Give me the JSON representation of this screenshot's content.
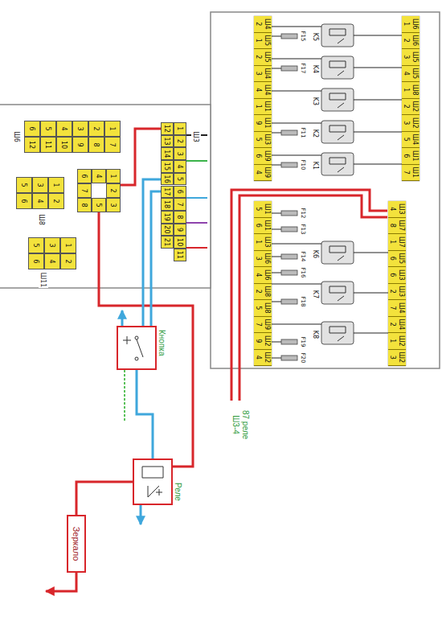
{
  "diagram": {
    "nodes": [
      {
        "text": [
          "Кнопка"
        ]
      },
      {
        "text": [
          "Реле"
        ]
      },
      {
        "text": [
          "Зеркало"
        ]
      }
    ],
    "edges": [
      {
        "from": 0,
        "to": 1,
        "arrow": "none"
      },
      {
        "from": 1,
        "to": 2,
        "arrow": "none"
      }
    ],
    "labels": [
      "87 реле Ш3-4",
      "Ш3",
      "Ш6",
      "Ш8",
      "Ш11",
      "1",
      "2",
      "3",
      "4",
      "5",
      "6",
      "7",
      "8",
      "9",
      "10",
      "11",
      "12",
      "1",
      "2",
      "3",
      "4",
      "5",
      "6",
      "7",
      "8",
      "9",
      "10",
      "11",
      "12",
      "13",
      "14",
      "15",
      "16",
      "17",
      "18",
      "19",
      "20",
      "21",
      "1",
      "2",
      "3",
      "4",
      "5",
      "6",
      "7",
      "8",
      "1",
      "2",
      "3",
      "4",
      "5",
      "6",
      "1",
      "2",
      "3",
      "4",
      "5",
      "6",
      "K1",
      "K2",
      "K3",
      "K4",
      "K5",
      "K6",
      "K7",
      "K8",
      "F10",
      "F11",
      "F12",
      "F13",
      "F14",
      "F15",
      "F16",
      "F17",
      "F18",
      "F19",
      "F20",
      "Ш6",
      "1",
      "Ш6",
      "2",
      "Ш5",
      "3",
      "Ш5",
      "4",
      "Ш8",
      "1",
      "Ш2",
      "2",
      "Ш2",
      "3",
      "Ш4",
      "5",
      "Ш1",
      "6",
      "Ш1",
      "7",
      "Ш4",
      "2",
      "Ш5",
      "1",
      "Ш5",
      "2",
      "Ш4",
      "3",
      "Ш4",
      "4",
      "Ш1",
      "1",
      "Ш1",
      "9",
      "Ш3",
      "5",
      "Ш9",
      "6",
      "Ш9",
      "4",
      "Ш3",
      "4",
      "Ш7",
      "8",
      "Ш7",
      "1",
      "Ш5",
      "6",
      "Ш3",
      "6",
      "Ш3",
      "2",
      "Ш4",
      "7",
      "Ш4",
      "2",
      "Ш2",
      "1",
      "Ш2",
      "3",
      "Ш1",
      "5",
      "Ш1",
      "6",
      "Ш3",
      "1",
      "Ш6",
      "3",
      "Ш6",
      "4",
      "Ш8",
      "2",
      "Ш8",
      "5",
      "Ш9",
      "7",
      "Ш2",
      "9",
      "Ш2",
      "4"
    ]
  }
}
